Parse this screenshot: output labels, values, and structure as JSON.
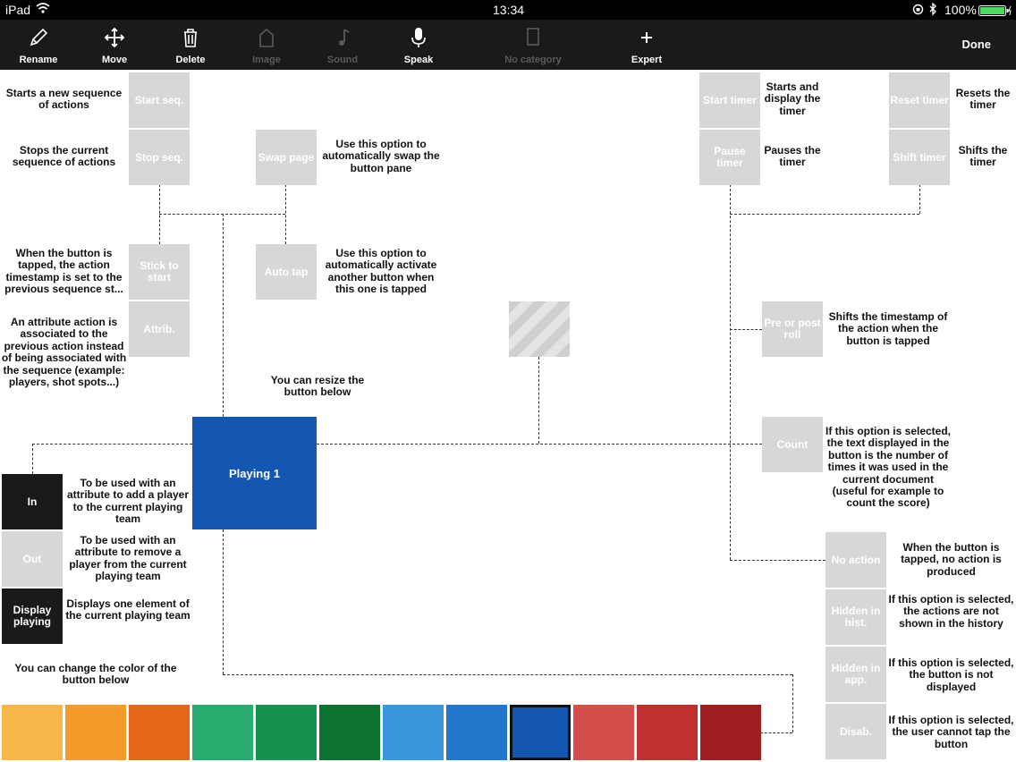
{
  "status": {
    "device": "iPad",
    "time": "13:34",
    "battery": "100%"
  },
  "toolbar": {
    "items": [
      {
        "label": "Rename",
        "icon": "pencil-icon",
        "enabled": true
      },
      {
        "label": "Move",
        "icon": "move-arrows-icon",
        "enabled": true
      },
      {
        "label": "Delete",
        "icon": "trash-icon",
        "enabled": true
      },
      {
        "label": "Image",
        "icon": "image-icon",
        "enabled": false
      },
      {
        "label": "Sound",
        "icon": "music-note-icon",
        "enabled": false
      },
      {
        "label": "Speak",
        "icon": "microphone-icon",
        "enabled": true
      },
      {
        "label": "No category",
        "icon": "category-icon",
        "enabled": false
      },
      {
        "label": "Expert",
        "icon": "plus-icon",
        "enabled": true
      }
    ],
    "done": "Done"
  },
  "buttons": {
    "start_seq": "Start seq.",
    "stop_seq": "Stop seq.",
    "swap_page": "Swap page",
    "stick_to_start": "Stick to start",
    "auto_tap": "Auto tap",
    "attrib": "Attrib.",
    "start_timer": "Start timer",
    "pause_timer": "Pause timer",
    "reset_timer": "Reset timer",
    "shift_timer": "Shift timer",
    "pre_post_roll": "Pre or post roll",
    "count": "Count",
    "no_action": "No action",
    "hidden_hist": "Hidden in hist.",
    "hidden_app": "Hidden in app.",
    "disab": "Disab.",
    "in": "In",
    "out": "Out",
    "display_playing": "Display playing",
    "main": "Playing 1"
  },
  "descriptions": {
    "start_seq": "Starts a new sequence of actions",
    "stop_seq": "Stops the current sequence of actions",
    "swap_page": "Use this option to automatically swap the button pane",
    "stick_to_start": "When the button is tapped, the action timestamp is set to the previous sequence st...",
    "auto_tap": "Use this option to automatically activate another button when this one is tapped",
    "attrib": "An attribute action is associated to the previous action instead of being associated with the sequence (example: players, shot spots...)",
    "resize": "You can resize the button below",
    "start_timer": "Starts and display the timer",
    "pause_timer": "Pauses the timer",
    "reset_timer": "Resets the timer",
    "shift_timer": "Shifts the timer",
    "pre_post_roll": "Shifts the timestamp of the action when the button is tapped",
    "count": "If this option is selected, the text displayed in the button is the number of times it was used in the current document (useful for example to count the score)",
    "no_action": "When the button is tapped, no action is produced",
    "hidden_hist": "If this option is selected, the actions are not shown in the history",
    "hidden_app": "If this option is selected, the button is not displayed",
    "disab": "If this option is selected, the user cannot tap the button",
    "in": "To be used with an attribute to add a player to the current playing team",
    "out": "To be used with an attribute to remove a player from the current playing team",
    "display_playing": "Displays one element of the current playing team",
    "color": "You can change the color of the button below"
  },
  "colors": {
    "main_button": "#1457b3",
    "palette": [
      "#f7b84a",
      "#f39c2b",
      "#e5671a",
      "#27ab6e",
      "#17914e",
      "#0d7330",
      "#3b97db",
      "#2277cc",
      "#1457b3",
      "#d44f4b",
      "#bf3131",
      "#a11c1f"
    ],
    "selected_index": 8
  }
}
